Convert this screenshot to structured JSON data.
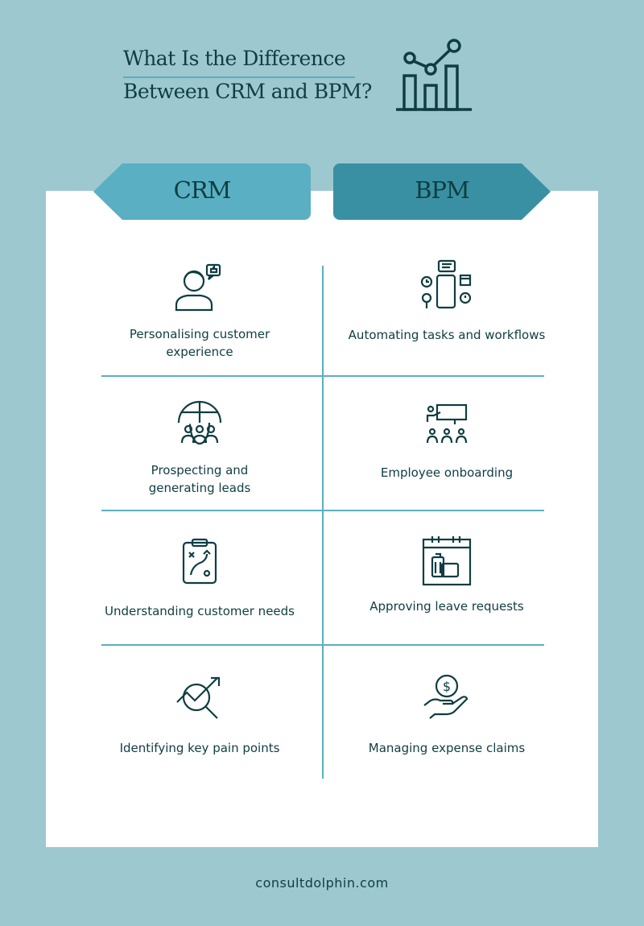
{
  "title": {
    "line1": "What Is the Difference",
    "line2": "Between CRM and BPM?"
  },
  "tabs": {
    "crm": "CRM",
    "bpm": "BPM"
  },
  "colors": {
    "background": "#9dc8d0",
    "crm": "#5aafc3",
    "bpm": "#3a90a3",
    "text": "#0f3d42"
  },
  "crm_items": [
    {
      "icon": "customer-like-icon",
      "line1": "Personalising customer",
      "line2": "experience"
    },
    {
      "icon": "globe-people-icon",
      "line1": "Prospecting and",
      "line2": "generating leads"
    },
    {
      "icon": "clipboard-strategy-icon",
      "line1": "Understanding customer needs",
      "line2": ""
    },
    {
      "icon": "magnify-chart-icon",
      "line1": "Identifying key pain points",
      "line2": ""
    }
  ],
  "bpm_items": [
    {
      "icon": "phone-workflow-icon",
      "line1": "Automating tasks and workflows",
      "line2": ""
    },
    {
      "icon": "presentation-team-icon",
      "line1": "Employee onboarding",
      "line2": ""
    },
    {
      "icon": "calendar-luggage-icon",
      "line1": "Approving leave requests",
      "line2": ""
    },
    {
      "icon": "hand-dollar-icon",
      "line1": "Managing expense claims",
      "line2": ""
    }
  ],
  "footer": "consultdolphin.com"
}
